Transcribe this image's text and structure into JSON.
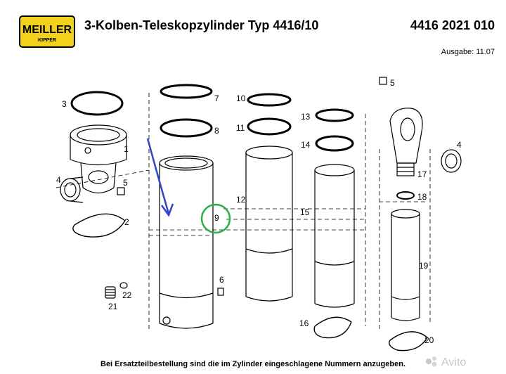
{
  "header": {
    "logo_text": "MEILLER",
    "logo_subtext": "KIPPER",
    "title": "3-Kolben-Teleskopzylinder Typ 4416/10",
    "doc_number": "4416 2021 010",
    "issue": "Ausgabe: 11.07"
  },
  "drawing": {
    "callouts": [
      "1",
      "2",
      "3",
      "4",
      "5",
      "6",
      "7",
      "8",
      "9",
      "10",
      "11",
      "12",
      "13",
      "14",
      "15",
      "16",
      "17",
      "18",
      "19",
      "20",
      "21",
      "22",
      "4",
      "5"
    ]
  },
  "annotation": {
    "highlight": "9",
    "arrow_color": "#3046c8",
    "circle_color": "#2bb04a"
  },
  "footer": {
    "note": "Bei Ersatzteilbestellung sind die im Zylinder eingeschlagene Nummern anzugeben."
  },
  "watermark": {
    "text": "Avito"
  },
  "colors": {
    "logo_yellow": "#f2d11c",
    "line": "#000000"
  }
}
